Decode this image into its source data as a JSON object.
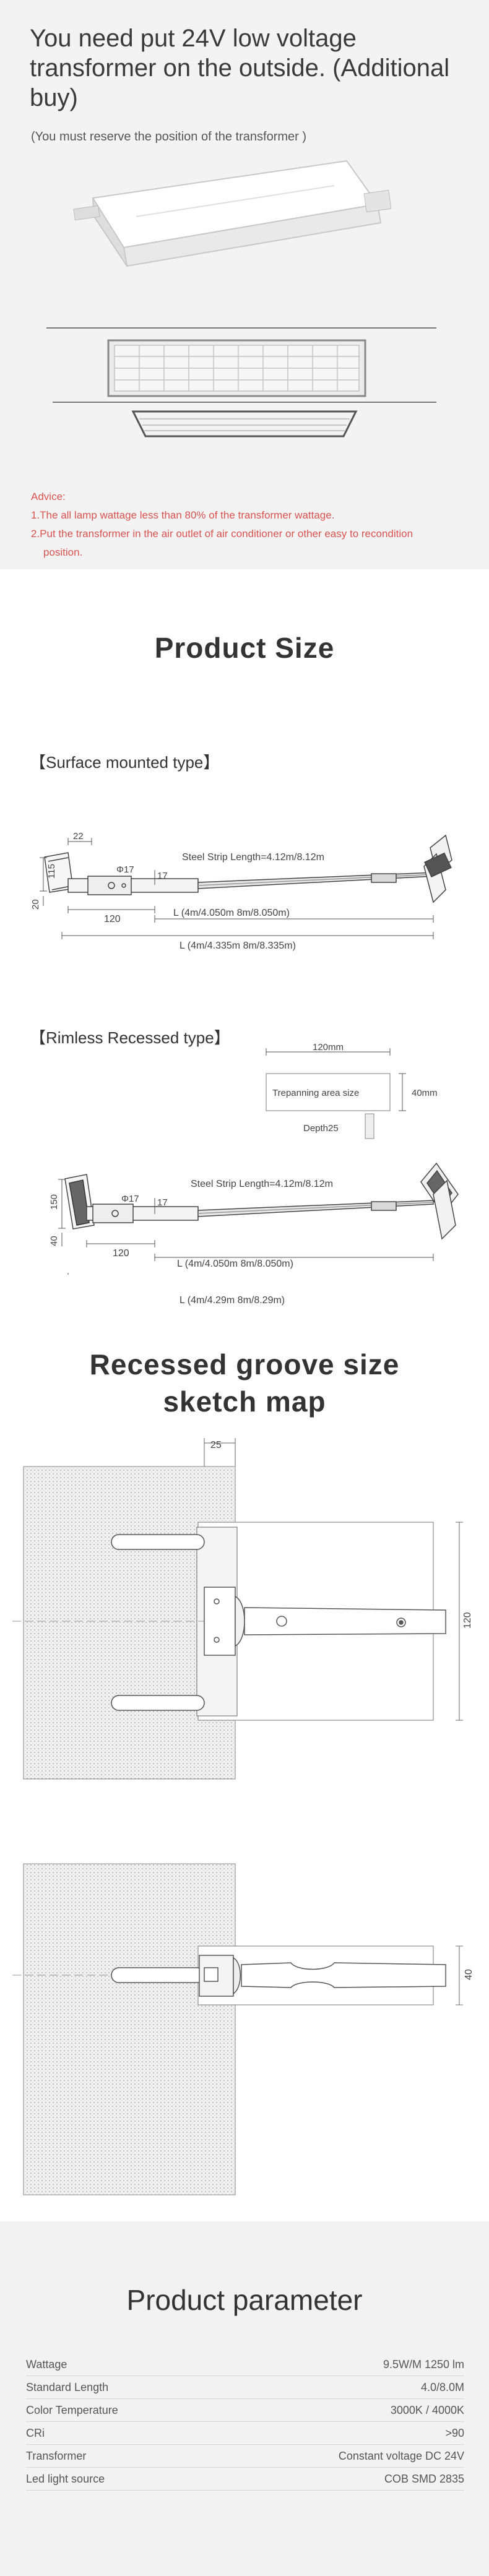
{
  "transformer": {
    "title": "You need put 24V low voltage transformer on the outside. (Additional buy)",
    "subtitle": "(You must reserve the position of the transformer )",
    "advice_title": "Advice:",
    "advice_1": "1.The all lamp wattage less than 80% of the transformer wattage.",
    "advice_2": "2.Put the transformer in the air outlet of air conditioner or other easy to recondition",
    "advice_2b": "position."
  },
  "product_size": {
    "heading": "Product Size",
    "surface": {
      "title": "【Surface mounted type】",
      "dim_22": "22",
      "dim_115": "115",
      "dim_20": "20",
      "dim_phi17": "Φ17",
      "dim_17": "17",
      "dim_120": "120",
      "strip": "Steel Strip Length=4.12m/8.12m",
      "len_inner": "L  (4m/4.050m  8m/8.050m)",
      "len_outer": "L  (4m/4.335m  8m/8.335m)"
    },
    "rimless": {
      "title": "【Rimless Recessed type】",
      "cut_width": "120mm",
      "cut_label": "Trepanning area size",
      "cut_height": "40mm",
      "depth": "Depth25",
      "dim_150": "150",
      "dim_40": "40",
      "dim_phi17": "Φ17",
      "dim_17": "17",
      "dim_120": "120",
      "strip": "Steel Strip Length=4.12m/8.12m",
      "len_inner": "L  (4m/4.050m  8m/8.050m)",
      "len_outer": "L  (4m/4.29m  8m/8.29m)"
    }
  },
  "groove": {
    "heading_1": "Recessed groove size",
    "heading_2": "sketch map",
    "dim_25": "25",
    "dim_120": "120",
    "dim_40": "40"
  },
  "parameters": {
    "heading": "Product parameter",
    "rows": [
      {
        "label": "Wattage",
        "value": "9.5W/M 1250 lm"
      },
      {
        "label": "Standard Length",
        "value": "4.0/8.0M"
      },
      {
        "label": "Color Temperature",
        "value": "3000K / 4000K"
      },
      {
        "label": "CRi",
        "value": ">90"
      },
      {
        "label": "Transformer",
        "value": "Constant voltage DC 24V"
      },
      {
        "label": "Led light source",
        "value": "COB SMD 2835"
      }
    ]
  }
}
